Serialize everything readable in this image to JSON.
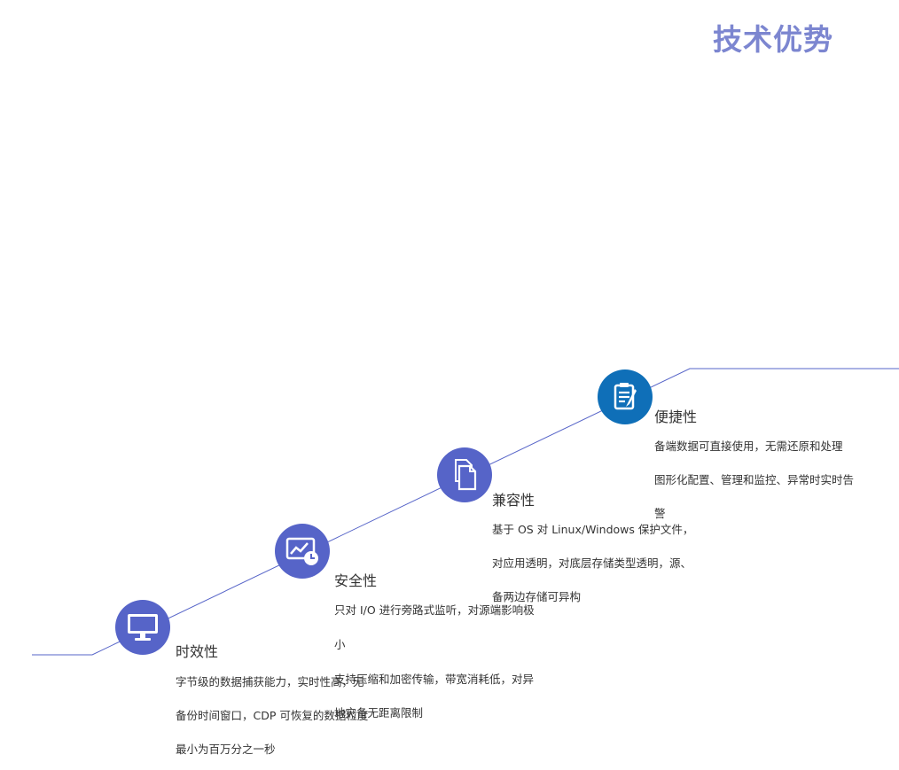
{
  "title": "技术优势",
  "colors": {
    "title": "#7c86d0",
    "circle_primary": "#5664c8",
    "circle_accent": "#0f6fb8",
    "line": "#5664c8"
  },
  "steps": [
    {
      "icon": "monitor-icon",
      "title": "时效性",
      "lines": [
        "字节级的数据捕获能力，实时性高，无",
        "备份时间窗口，CDP 可恢复的数据粒度",
        "最小为百万分之一秒"
      ]
    },
    {
      "icon": "chart-clock-icon",
      "title": "安全性",
      "lines": [
        "只对 I/O 进行旁路式监听，对源端影响极",
        "小",
        "支持压缩和加密传输，带宽消耗低，对异",
        "地灾备无距离限制"
      ]
    },
    {
      "icon": "documents-icon",
      "title": "兼容性",
      "lines": [
        "基于 OS 对 Linux/Windows 保护文件，",
        "对应用透明，对底层存储类型透明，源、",
        "备两边存储可异构"
      ]
    },
    {
      "icon": "checklist-icon",
      "title": "便捷性",
      "lines": [
        "备端数据可直接使用，无需还原和处理",
        "图形化配置、管理和监控、异常时实时告",
        "警"
      ]
    }
  ]
}
